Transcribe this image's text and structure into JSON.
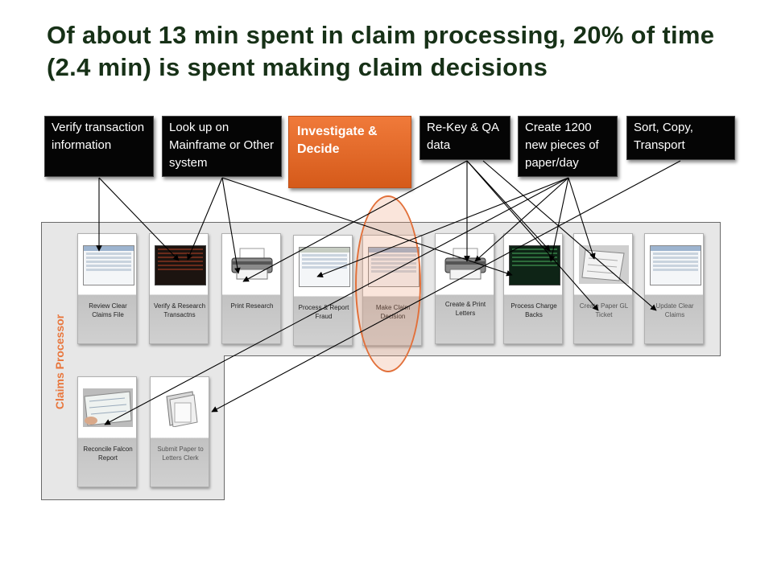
{
  "title": "Of  about 13 min spent in claim processing, 20% of time (2.4 min) is spent making claim decisions",
  "lane_label": "Claims Processor",
  "callouts": [
    {
      "text": "Verify transaction information"
    },
    {
      "text": "Look up on Mainframe or Other system"
    },
    {
      "text": "Investigate & Decide"
    },
    {
      "text": "Re-Key & QA data"
    },
    {
      "text": "Create 1200 new pieces of paper/day"
    },
    {
      "text": "Sort, Copy, Transport"
    }
  ],
  "cards": [
    {
      "label": "Review Clear Claims File",
      "icon": "screenshot-icon"
    },
    {
      "label": "Verify & Research Transactns",
      "icon": "mainframe-screen-icon"
    },
    {
      "label": "Print Research",
      "icon": "printer-icon"
    },
    {
      "label": "Process & Report Fraud",
      "icon": "screenshot-icon"
    },
    {
      "label": "Make Claim Decision",
      "icon": "screenshot-icon"
    },
    {
      "label": "Create & Print Letters",
      "icon": "printer-icon"
    },
    {
      "label": "Process Charge Backs",
      "icon": "mainframe-screen-icon"
    },
    {
      "label": "Create Paper GL Ticket",
      "icon": "paper-icon"
    },
    {
      "label": "Update Clear Claims",
      "icon": "screenshot-icon"
    },
    {
      "label": "Reconcile Falcon Report",
      "icon": "paper-icon"
    },
    {
      "label": "Submit Paper to Letters Clerk",
      "icon": "folder-icon"
    }
  ],
  "colors": {
    "title": "#173117",
    "accent_orange": "#e2703a",
    "callout_bg": "#050505",
    "lane_bg": "#e7e7e7"
  }
}
